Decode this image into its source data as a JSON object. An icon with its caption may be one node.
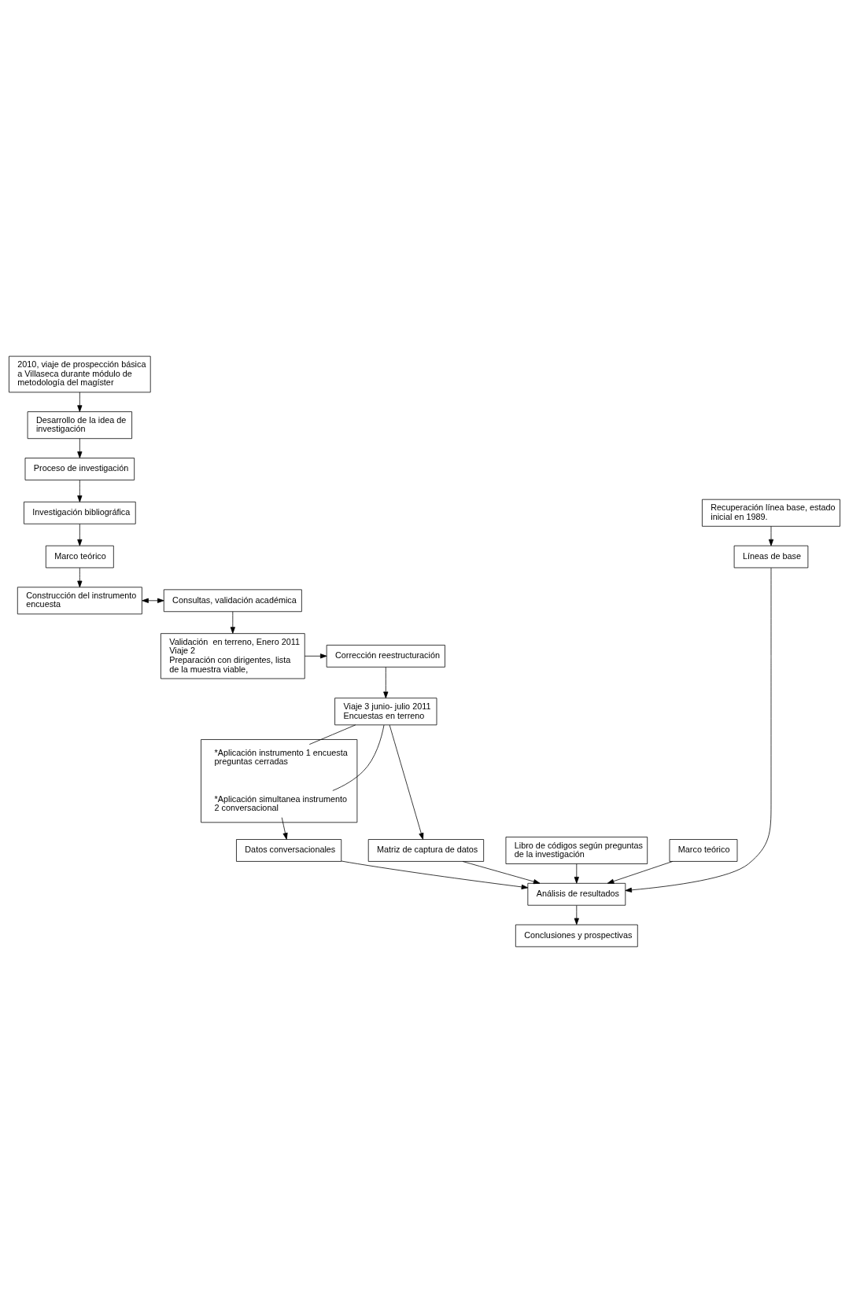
{
  "diagram": {
    "nodes": [
      {
        "text": [
          "2010, viaje de prospección básica a Villaseca durante módulo de metodología del magíster"
        ]
      },
      {
        "text": [
          "Desarrollo de la idea de investigación"
        ]
      },
      {
        "text": [
          "Proceso de investigación"
        ]
      },
      {
        "text": [
          "Investigación bibliográfica"
        ]
      },
      {
        "text": [
          "Recuperación línea base, estado inicial en 1989."
        ]
      },
      {
        "text": [
          "Marco teórico"
        ]
      },
      {
        "text": [
          "Construcción del instrumento encuesta"
        ]
      },
      {
        "text": [
          "Consultas, validación académica"
        ]
      },
      {
        "text": [
          "Validación  en terreno, Enero 2011",
          "Viaje 2",
          "Preparación con dirigentes, lista de la muestra viable,"
        ]
      },
      {
        "text": [
          "Corrección reestructuración"
        ]
      },
      {
        "text": [
          "Viaje 3 junio- julio 2011",
          "Encuestas en terreno"
        ]
      },
      {
        "text": [],
        "shape": "box"
      },
      {
        "text": [
          "*Aplicación instrumento 1 encuesta preguntas cerradas"
        ],
        "in": 11
      },
      {
        "text": [
          "*Aplicación simultanea instrumento 2 conversacional"
        ],
        "in": 11
      },
      {
        "text": [
          "Matriz de captura de datos"
        ]
      },
      {
        "text": [
          "Libro de códigos según preguntas de la investigación"
        ]
      },
      {
        "text": [
          "Análisis de resultados"
        ]
      },
      {
        "text": [
          "Datos conversacionales"
        ]
      },
      {
        "text": [
          "Marco teórico"
        ]
      },
      {
        "text": [
          "Conclusiones y prospectivas"
        ]
      },
      {
        "text": [
          "Líneas de base"
        ]
      }
    ],
    "edges": [
      {
        "from": 0,
        "to": 1,
        "arrow": "to"
      },
      {
        "from": 1,
        "to": 2,
        "arrow": "to"
      },
      {
        "from": 2,
        "to": 3,
        "arrow": "to"
      },
      {
        "from": 3,
        "to": 5,
        "arrow": "to"
      },
      {
        "from": 5,
        "to": 6,
        "arrow": "to"
      },
      {
        "from": 6,
        "to": 7,
        "arrow": "both"
      },
      {
        "from": 7,
        "to": 8,
        "arrow": "to"
      },
      {
        "from": 8,
        "to": 9,
        "arrow": "to"
      },
      {
        "from": 9,
        "to": 10,
        "arrow": "to"
      },
      {
        "from": 10,
        "to": 12,
        "arrow": "none"
      },
      {
        "from": 10,
        "to": 13,
        "arrow": "none"
      },
      {
        "from": 10,
        "to": 14,
        "arrow": "to"
      },
      {
        "from": 14,
        "to": 16,
        "arrow": "to"
      },
      {
        "from": 15,
        "to": 16,
        "arrow": "to"
      },
      {
        "from": 17,
        "to": 16,
        "arrow": "to"
      },
      {
        "from": 18,
        "to": 16,
        "arrow": "to"
      },
      {
        "from": 20,
        "to": 16,
        "arrow": "to"
      },
      {
        "from": 16,
        "to": 19,
        "arrow": "to"
      },
      {
        "from": 13,
        "to": 17,
        "arrow": "to"
      },
      {
        "from": 4,
        "to": 20,
        "arrow": "to"
      }
    ]
  }
}
